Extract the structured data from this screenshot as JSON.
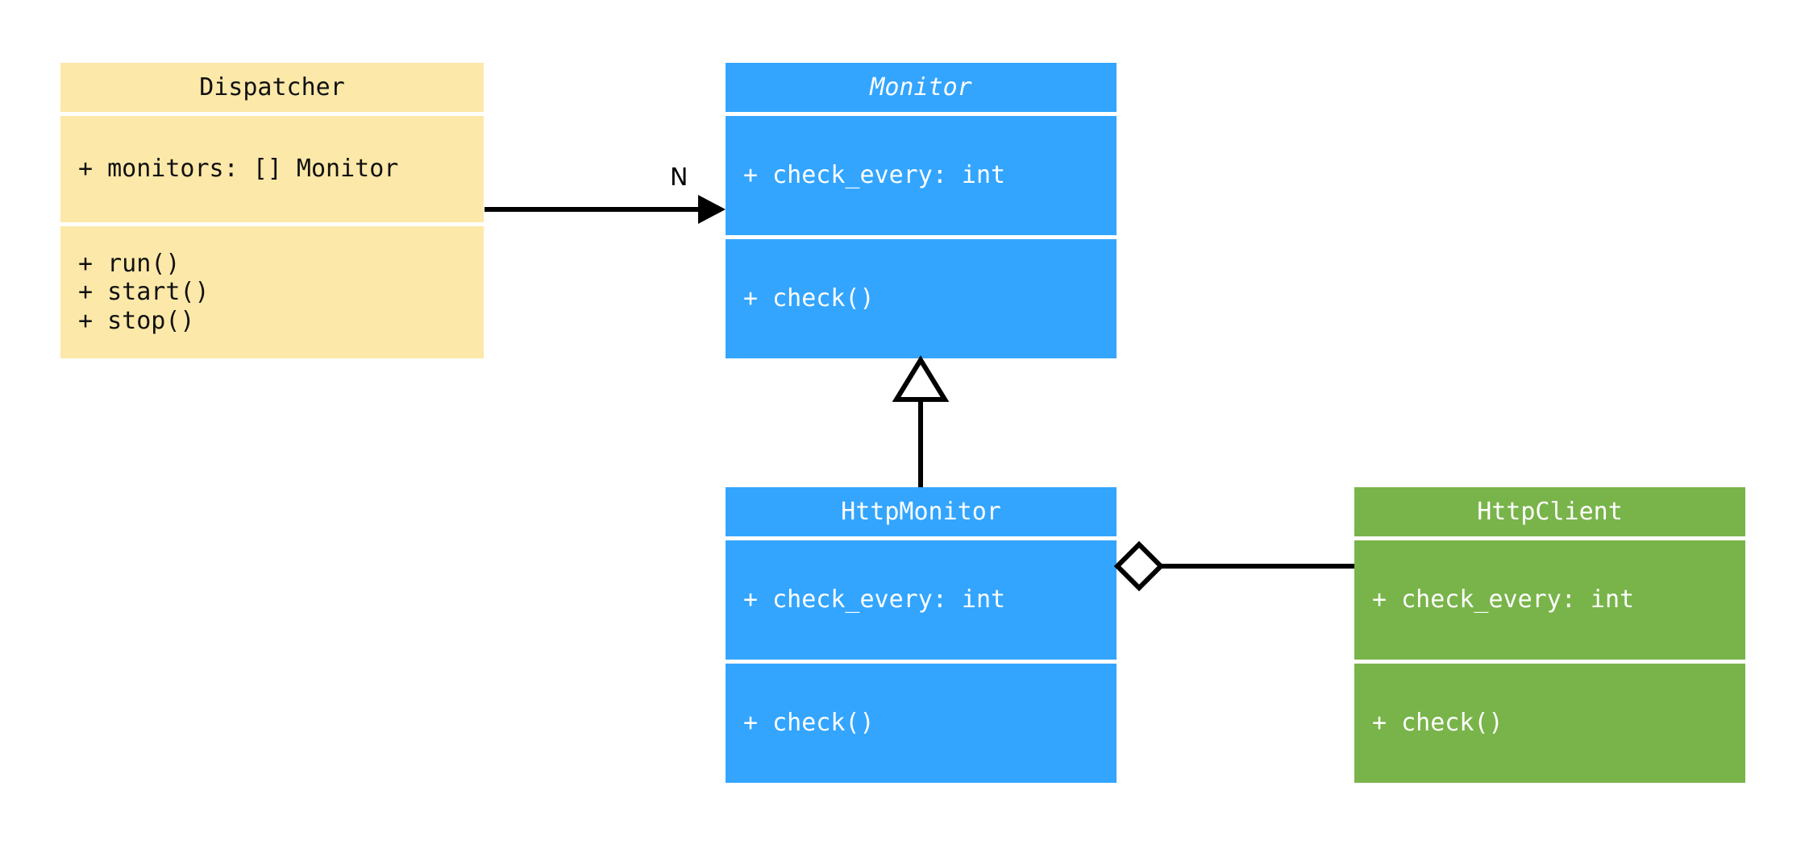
{
  "diagram": {
    "type": "uml-class-diagram",
    "background": "#ffffff",
    "palette": {
      "yellow": "#fce8a8",
      "blue": "#33a5ff",
      "green": "#79b44a",
      "line": "#000000",
      "separator": "#ffffff",
      "dark_text": "#111111",
      "light_text": "#ffffff"
    },
    "classes": [
      {
        "id": "dispatcher",
        "name": "Dispatcher",
        "abstract": false,
        "color": "#fce8a8",
        "attributes": [
          "+ monitors: [] Monitor"
        ],
        "methods": [
          "+ run()",
          "+ start()",
          "+ stop()"
        ]
      },
      {
        "id": "monitor",
        "name": "Monitor",
        "abstract": true,
        "color": "#33a5ff",
        "attributes": [
          "+ check_every: int"
        ],
        "methods": [
          "+ check()"
        ]
      },
      {
        "id": "http_monitor",
        "name": "HttpMonitor",
        "abstract": false,
        "color": "#33a5ff",
        "attributes": [
          "+ check_every: int"
        ],
        "methods": [
          "+ check()"
        ]
      },
      {
        "id": "http_client",
        "name": "HttpClient",
        "abstract": false,
        "color": "#79b44a",
        "attributes": [
          "+ check_every: int"
        ],
        "methods": [
          "+ check()"
        ]
      }
    ],
    "relationships": [
      {
        "id": "dispatcher-to-monitor",
        "kind": "association",
        "from": "Dispatcher",
        "to": "Monitor",
        "label": "N",
        "arrowhead": "solid-arrow"
      },
      {
        "id": "httpmonitor-to-monitor",
        "kind": "generalization",
        "from": "HttpMonitor",
        "to": "Monitor",
        "label": "",
        "arrowhead": "hollow-triangle"
      },
      {
        "id": "httpmonitor-to-httpclient",
        "kind": "aggregation",
        "from": "HttpMonitor",
        "to": "HttpClient",
        "label": "",
        "arrowhead": "hollow-diamond"
      }
    ]
  }
}
